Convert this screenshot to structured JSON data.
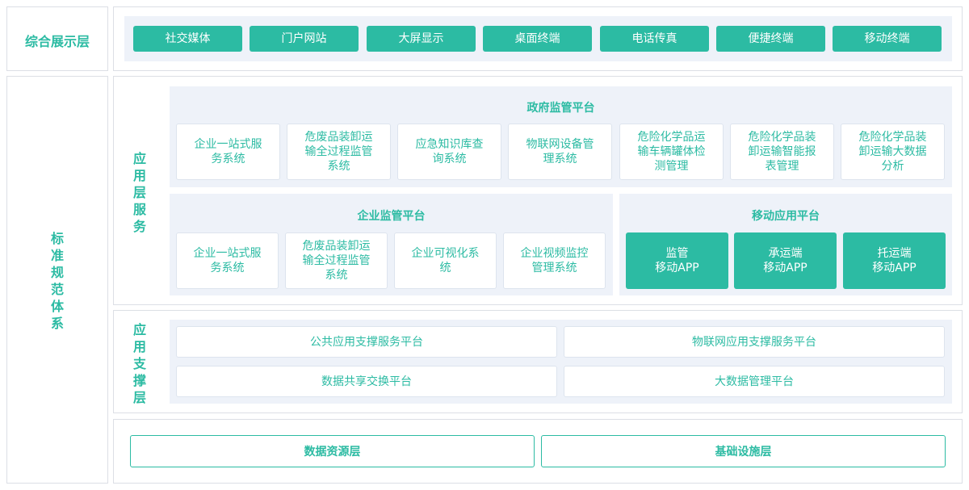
{
  "display_layer": {
    "label": "综合展示层",
    "items": [
      "社交媒体",
      "门户网站",
      "大屏显示",
      "桌面终端",
      "电话传真",
      "便捷终端",
      "移动终端"
    ]
  },
  "standards_label": "标准规范体系",
  "app_service_layer": {
    "label": "应用层服务",
    "gov_platform": {
      "title": "政府监管平台",
      "items": [
        "企业一站式服务系统",
        "危废品装卸运输全过程监管系统",
        "应急知识库查询系统",
        "物联网设备管理系统",
        "危险化学品运输车辆罐体检测管理",
        "危险化学品装卸运输智能报表管理",
        "危险化学品装卸运输大数据分析"
      ]
    },
    "ent_platform": {
      "title": "企业监管平台",
      "items": [
        "企业一站式服务系统",
        "危废品装卸运输全过程监管系统",
        "企业可视化系统",
        "企业视频监控管理系统"
      ]
    },
    "mobile_platform": {
      "title": "移动应用平台",
      "items": [
        {
          "line1": "监管",
          "line2": "移动APP"
        },
        {
          "line1": "承运端",
          "line2": "移动APP"
        },
        {
          "line1": "托运端",
          "line2": "移动APP"
        }
      ]
    }
  },
  "support_layer": {
    "label": "应用支撑层",
    "items": [
      "公共应用支撑服务平台",
      "物联网应用支撑服务平台",
      "数据共享交换平台",
      "大数据管理平台"
    ]
  },
  "base_layer": {
    "items": [
      "数据资源层",
      "基础设施层"
    ]
  }
}
